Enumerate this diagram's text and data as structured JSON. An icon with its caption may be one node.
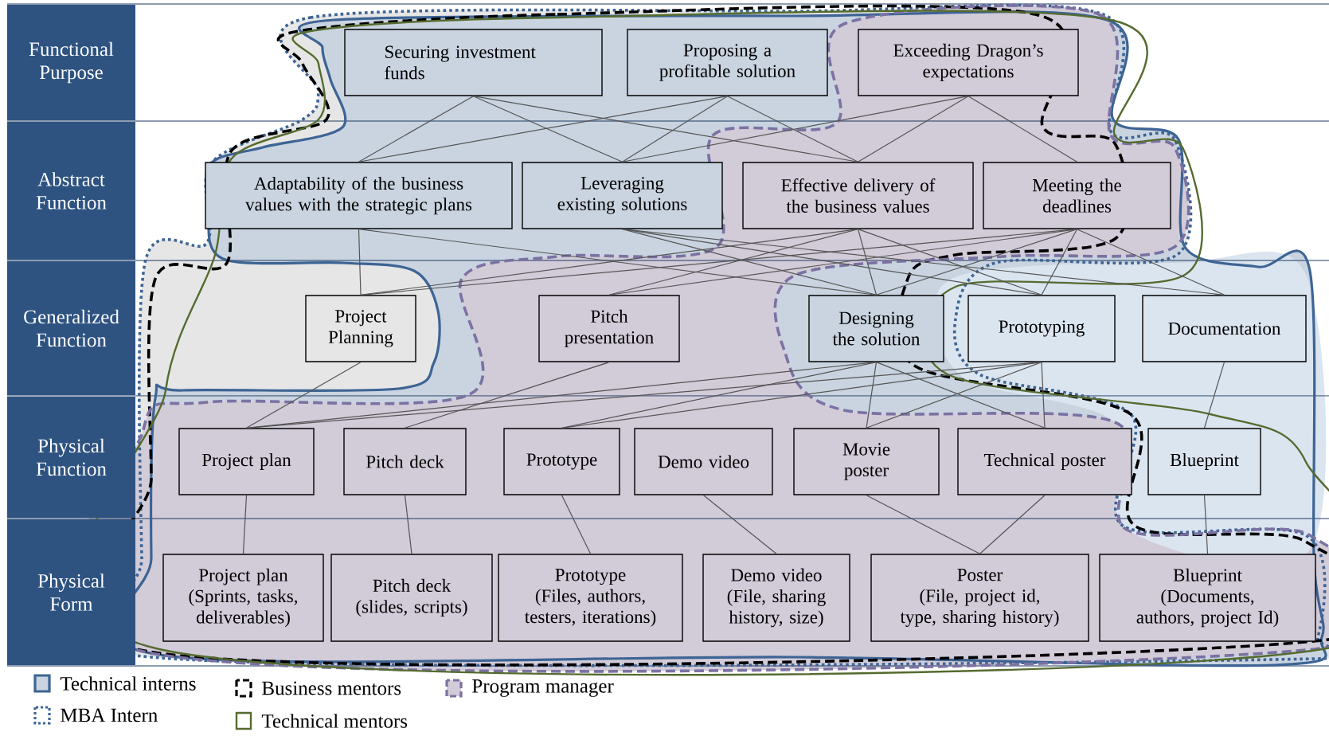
{
  "diagram": {
    "nodes": [
      {
        "text": [
          "Securing investment funds"
        ]
      },
      {
        "text": [
          "Proposing a profitable solution"
        ]
      },
      {
        "text": [
          "Exceeding Dragon’s expectations"
        ]
      },
      {
        "text": [
          "Adaptability of the business values with the strategic plans"
        ]
      },
      {
        "text": [
          "Leveraging existing solutions"
        ]
      },
      {
        "text": [
          "Effective delivery of the business values"
        ]
      },
      {
        "text": [
          "Meeting the deadlines"
        ]
      },
      {
        "text": [
          "Project Planning"
        ]
      },
      {
        "text": [
          "Pitch presentation"
        ]
      },
      {
        "text": [
          "Designing the solution"
        ]
      },
      {
        "text": [
          "Prototyping"
        ]
      },
      {
        "text": [
          "Documentation"
        ]
      },
      {
        "text": [
          "Project plan"
        ]
      },
      {
        "text": [
          "Pitch deck"
        ]
      },
      {
        "text": [
          "Prototype"
        ]
      },
      {
        "text": [
          "Demo video"
        ]
      },
      {
        "text": [
          "Movie poster"
        ]
      },
      {
        "text": [
          "Technical poster"
        ]
      },
      {
        "text": [
          "Blueprint"
        ]
      },
      {
        "text": [
          "Project plan",
          "(Sprints, tasks, deliverables)"
        ]
      },
      {
        "text": [
          "Pitch deck",
          "(slides, scripts)"
        ]
      },
      {
        "text": [
          "Prototype",
          "(Files, authors, testers, iterations)"
        ]
      },
      {
        "text": [
          "Demo video",
          "(File, sharing history, size)"
        ]
      },
      {
        "text": [
          "Poster",
          "(File, project id, type, sharing history)"
        ]
      },
      {
        "text": [
          "Blueprint",
          "(Documents, authors, project Id)"
        ]
      },
      {
        "text": [
          "Functional Purpose"
        ]
      },
      {
        "text": [
          "Abstract Function"
        ]
      },
      {
        "text": [
          "Generalized Function"
        ]
      },
      {
        "text": [
          "Physical Function"
        ]
      },
      {
        "text": [
          "Physical Form"
        ]
      }
    ],
    "edges": [
      {
        "from": 0,
        "to": 3,
        "arrow": "none"
      },
      {
        "from": 0,
        "to": 4,
        "arrow": "none"
      },
      {
        "from": 0,
        "to": 5,
        "arrow": "none"
      },
      {
        "from": 1,
        "to": 3,
        "arrow": "none"
      },
      {
        "from": 1,
        "to": 4,
        "arrow": "none"
      },
      {
        "from": 1,
        "to": 5,
        "arrow": "none"
      },
      {
        "from": 2,
        "to": 4,
        "arrow": "none"
      },
      {
        "from": 2,
        "to": 5,
        "arrow": "none"
      },
      {
        "from": 2,
        "to": 6,
        "arrow": "none"
      },
      {
        "from": 3,
        "to": 7,
        "arrow": "none"
      },
      {
        "from": 3,
        "to": 9,
        "arrow": "none"
      },
      {
        "from": 4,
        "to": 9,
        "arrow": "none"
      },
      {
        "from": 4,
        "to": 10,
        "arrow": "none"
      },
      {
        "from": 4,
        "to": 11,
        "arrow": "none"
      },
      {
        "from": 5,
        "to": 7,
        "arrow": "none"
      },
      {
        "from": 5,
        "to": 8,
        "arrow": "none"
      },
      {
        "from": 5,
        "to": 9,
        "arrow": "none"
      },
      {
        "from": 5,
        "to": 10,
        "arrow": "none"
      },
      {
        "from": 6,
        "to": 7,
        "arrow": "none"
      },
      {
        "from": 6,
        "to": 8,
        "arrow": "none"
      },
      {
        "from": 6,
        "to": 9,
        "arrow": "none"
      },
      {
        "from": 6,
        "to": 10,
        "arrow": "none"
      },
      {
        "from": 6,
        "to": 11,
        "arrow": "none"
      },
      {
        "from": 7,
        "to": 12,
        "arrow": "none"
      },
      {
        "from": 8,
        "to": 13,
        "arrow": "none"
      },
      {
        "from": 9,
        "to": 12,
        "arrow": "none"
      },
      {
        "from": 10,
        "to": 12,
        "arrow": "none"
      },
      {
        "from": 9,
        "to": 14,
        "arrow": "none"
      },
      {
        "from": 10,
        "to": 14,
        "arrow": "none"
      },
      {
        "from": 9,
        "to": 16,
        "arrow": "none"
      },
      {
        "from": 10,
        "to": 16,
        "arrow": "none"
      },
      {
        "from": 9,
        "to": 17,
        "arrow": "none"
      },
      {
        "from": 10,
        "to": 17,
        "arrow": "none"
      },
      {
        "from": 11,
        "to": 18,
        "arrow": "none"
      },
      {
        "from": 12,
        "to": 19,
        "arrow": "none"
      },
      {
        "from": 13,
        "to": 20,
        "arrow": "none"
      },
      {
        "from": 14,
        "to": 21,
        "arrow": "none"
      },
      {
        "from": 15,
        "to": 22,
        "arrow": "none"
      },
      {
        "from": 16,
        "to": 23,
        "arrow": "none"
      },
      {
        "from": 17,
        "to": 23,
        "arrow": "none"
      },
      {
        "from": 18,
        "to": 24,
        "arrow": "none"
      }
    ],
    "legend": [
      {
        "text": "Technical interns"
      },
      {
        "text": "MBA Intern"
      },
      {
        "text": "Business mentors"
      },
      {
        "text": "Technical mentors"
      },
      {
        "text": "Program manager"
      }
    ]
  }
}
